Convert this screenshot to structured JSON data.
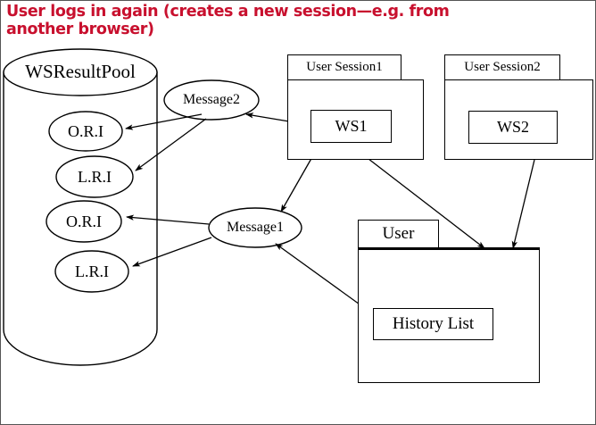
{
  "diagram": {
    "title": "User logs in again (creates a new session—e.g. from\nanother browser)",
    "title_color": "#C8102E",
    "line_color": "#000000",
    "background": "#ffffff",
    "type": "uml-object-interaction-diagram"
  },
  "datastore": {
    "name": "WSResultPool",
    "kind": "cylinder",
    "contents": [
      {
        "label": "O.R.I",
        "index": 1
      },
      {
        "label": "L.R.I",
        "index": 2
      },
      {
        "label": "O.R.I",
        "index": 3
      },
      {
        "label": "L.R.I",
        "index": 4
      }
    ]
  },
  "messages": [
    {
      "label": "Message2",
      "id": "message2"
    },
    {
      "label": "Message1",
      "id": "message1"
    }
  ],
  "packages": [
    {
      "id": "user-session-1",
      "tab_label": "User Session1",
      "members": [
        {
          "label": "WS1",
          "id": "ws1"
        }
      ]
    },
    {
      "id": "user-session-2",
      "tab_label": "User Session2",
      "members": [
        {
          "label": "WS2",
          "id": "ws2"
        }
      ]
    },
    {
      "id": "user",
      "tab_label": "User",
      "members": [
        {
          "label": "History List",
          "id": "history-list"
        }
      ]
    }
  ],
  "edges": [
    {
      "from": "ws1",
      "to": "message2",
      "arrow": "to"
    },
    {
      "from": "message2",
      "to": "ori-1",
      "arrow": "to"
    },
    {
      "from": "message2",
      "to": "lri-2",
      "arrow": "to"
    },
    {
      "from": "ws1",
      "to": "message1",
      "arrow": "to"
    },
    {
      "from": "history-list",
      "to": "message1",
      "arrow": "to"
    },
    {
      "from": "message1",
      "to": "ori-3",
      "arrow": "to"
    },
    {
      "from": "message1",
      "to": "lri-4",
      "arrow": "to"
    },
    {
      "from": "ws1",
      "to": "user",
      "arrow": "to"
    },
    {
      "from": "ws2",
      "to": "user",
      "arrow": "to"
    }
  ]
}
